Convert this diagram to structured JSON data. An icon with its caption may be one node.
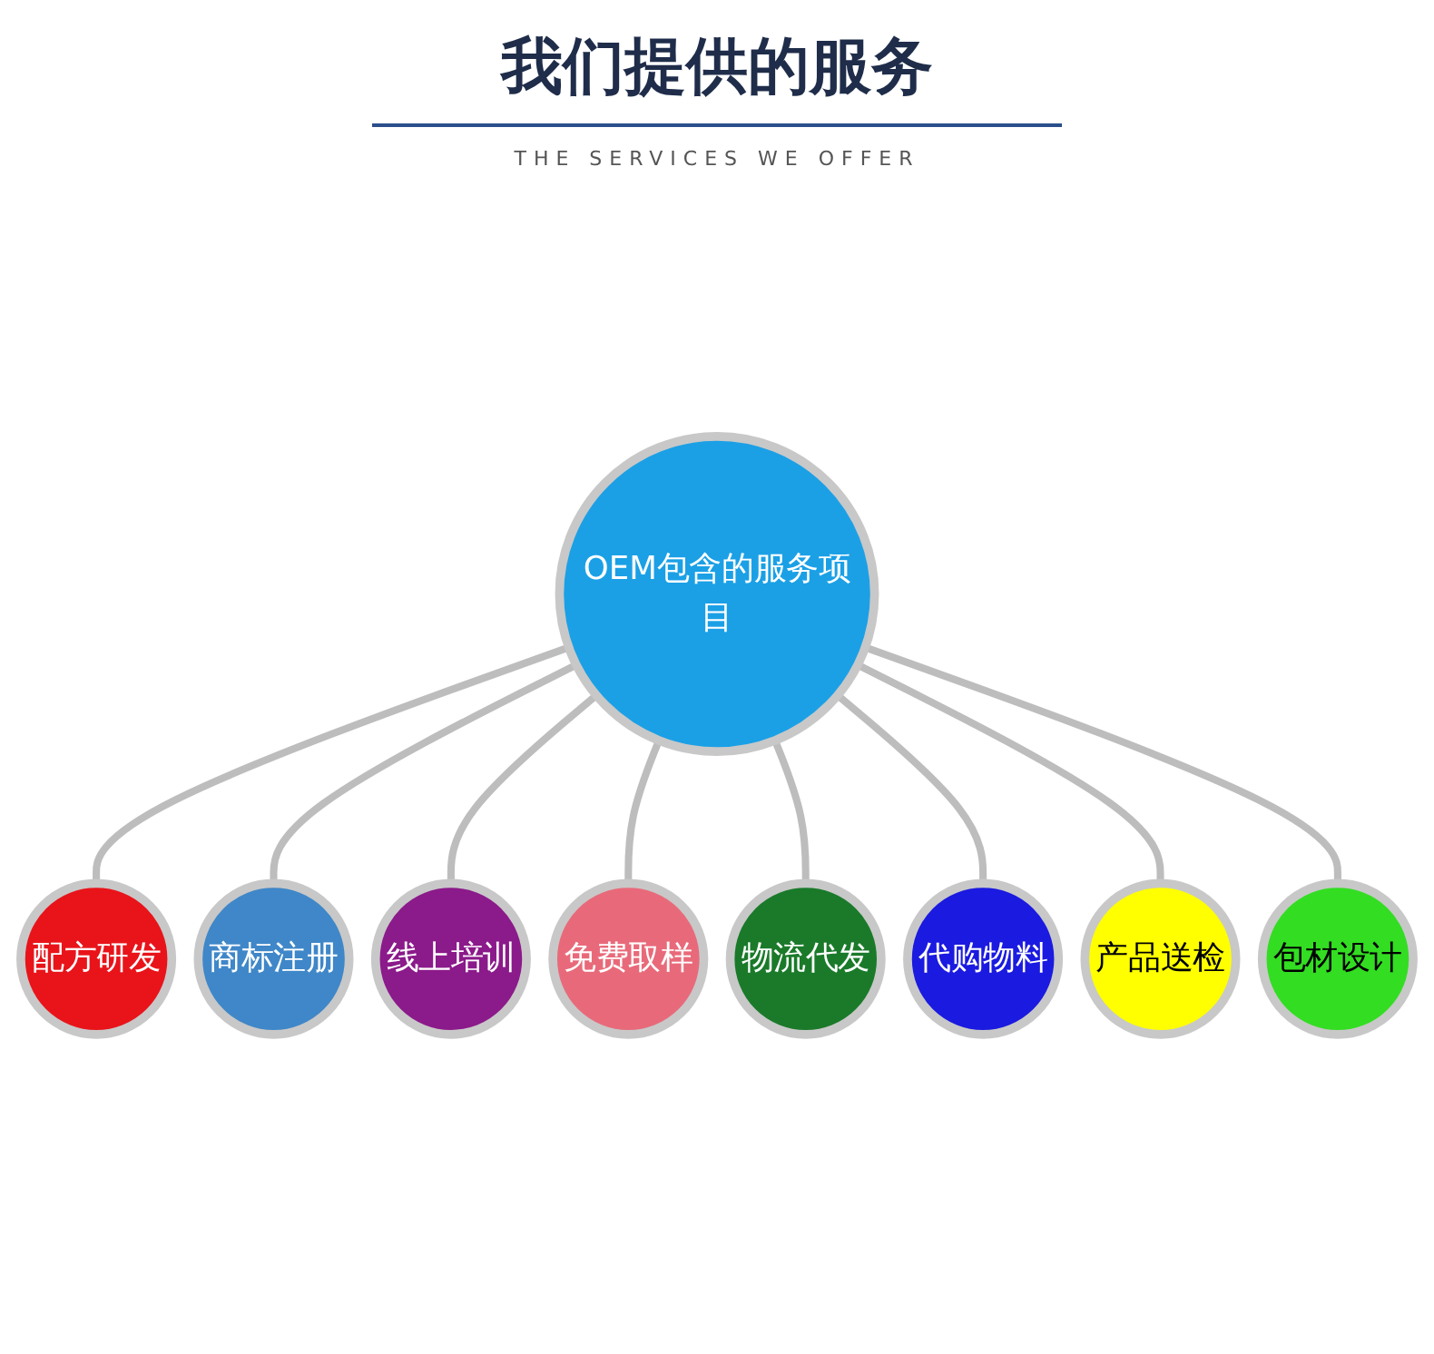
{
  "diagram": {
    "title": "我们提供的服务",
    "nodes": [
      {
        "text": [
          "OEM包含的服务项目"
        ]
      },
      {
        "text": [
          "配方研发"
        ]
      },
      {
        "text": [
          "商标注册"
        ]
      },
      {
        "text": [
          "线上培训"
        ]
      },
      {
        "text": [
          "免费取样"
        ]
      },
      {
        "text": [
          "物流代发"
        ]
      },
      {
        "text": [
          "代购物料"
        ]
      },
      {
        "text": [
          "产品送检"
        ]
      },
      {
        "text": [
          "包材设计"
        ]
      }
    ],
    "edges": [
      {
        "from": 0,
        "to": 1,
        "arrow": "none"
      },
      {
        "from": 0,
        "to": 2,
        "arrow": "none"
      },
      {
        "from": 0,
        "to": 3,
        "arrow": "none"
      },
      {
        "from": 0,
        "to": 4,
        "arrow": "none"
      },
      {
        "from": 0,
        "to": 5,
        "arrow": "none"
      },
      {
        "from": 0,
        "to": 6,
        "arrow": "none"
      },
      {
        "from": 0,
        "to": 7,
        "arrow": "none"
      },
      {
        "from": 0,
        "to": 8,
        "arrow": "none"
      }
    ],
    "labels": [
      "THE SERVICES WE OFFER"
    ]
  }
}
